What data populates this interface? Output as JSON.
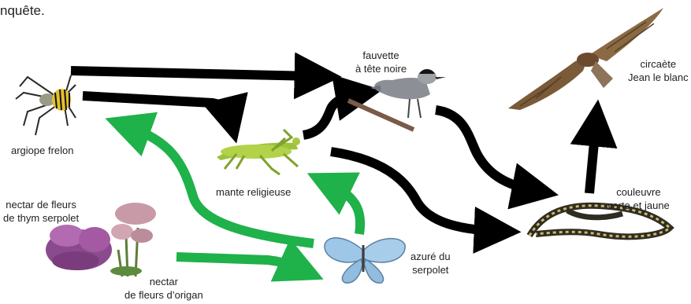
{
  "intro_text": "nquête.",
  "organisms": {
    "argiope": "argiope frelon",
    "mante": "mante religieuse",
    "fauvette": [
      "fauvette",
      "à tête noire"
    ],
    "circaete": [
      "circaète",
      "Jean le blanc"
    ],
    "couleuvre": [
      "couleuvre",
      "verte et jaune"
    ],
    "azure": [
      "azuré du",
      "serpolet"
    ],
    "nectar_thym": [
      "nectar de fleurs",
      "de thym serpolet"
    ],
    "nectar_origan": [
      "nectar",
      "de fleurs d’origan"
    ]
  },
  "arrow_colors": {
    "predation": "#000000",
    "nectar": "#1fb14a"
  }
}
